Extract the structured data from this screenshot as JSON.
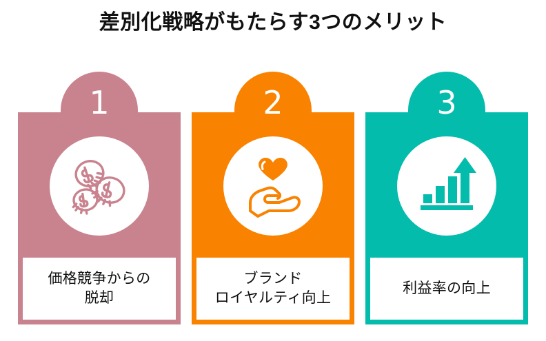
{
  "title": "差別化戦略がもたらす3つのメリット",
  "background_color": "#FFFFFF",
  "title_color": "#111111",
  "cards": [
    {
      "number": "1",
      "label": "価格競争からの脱却",
      "label_lines": [
        "価格競争からの",
        "脱却"
      ],
      "color": "#C9838F",
      "icon": "coins-icon",
      "icon_style": "outline"
    },
    {
      "number": "2",
      "label": "ブランドロイヤルティ向上",
      "label_lines": [
        "ブランド",
        "ロイヤルティ向上"
      ],
      "color": "#F98200",
      "icon": "heart-in-hand-icon",
      "icon_style": "mixed"
    },
    {
      "number": "3",
      "label": "利益率の向上",
      "label_lines": [
        "利益率の向上"
      ],
      "color": "#03BCAC",
      "icon": "growth-bar-chart-arrow-icon",
      "icon_style": "solid"
    }
  ]
}
